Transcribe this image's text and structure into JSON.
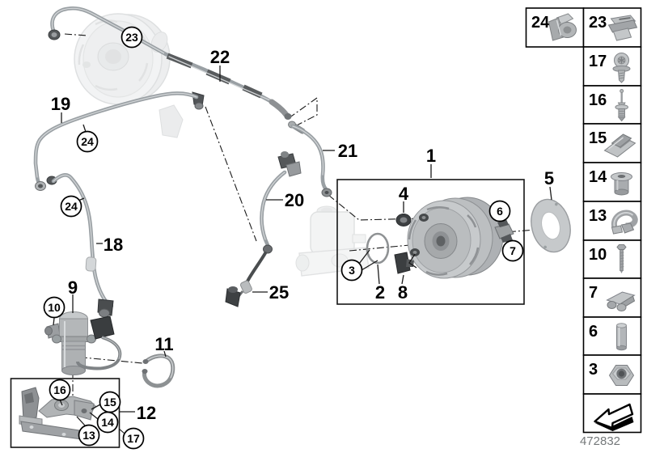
{
  "drawing_number": "472832",
  "callouts": {
    "bold": {
      "1": "1",
      "2": "2",
      "4": "4",
      "5": "5",
      "8": "8",
      "9": "9",
      "11": "11",
      "12": "12",
      "18": "18",
      "19": "19",
      "20": "20",
      "21": "21",
      "22": "22",
      "25": "25"
    },
    "circled": {
      "3": "3",
      "6": "6",
      "7": "7",
      "10": "10",
      "13": "13",
      "14": "14",
      "15": "15",
      "16": "16",
      "17": "17",
      "23": "23",
      "24": "24"
    }
  },
  "colors": {
    "pipe_gray": "#9aa0a4",
    "part_gray": "#b9bcbe",
    "dark_fitting": "#46494b",
    "ghost_gray": "#e6e8e9",
    "line_black": "#1a1a1a",
    "drawing_number_text": "#74787a"
  },
  "sidebar": {
    "cells": [
      {
        "label": "24",
        "part": "hose-clamp"
      },
      {
        "label": "23",
        "part": "pipe-clip"
      },
      {
        "label": "17",
        "part": "flange-screw"
      },
      {
        "label": "16",
        "part": "expanding-rivet"
      },
      {
        "label": "15",
        "part": "slide-clip"
      },
      {
        "label": "14",
        "part": "sleeve-nut"
      },
      {
        "label": "13",
        "part": "spring-clip"
      },
      {
        "label": "10",
        "part": "bolt"
      },
      {
        "label": "7",
        "part": "leaf-spring-clip"
      },
      {
        "label": "6",
        "part": "dowel-pin"
      },
      {
        "label": "3",
        "part": "hex-nut"
      }
    ],
    "footer_symbol": "continuation-arrow"
  }
}
